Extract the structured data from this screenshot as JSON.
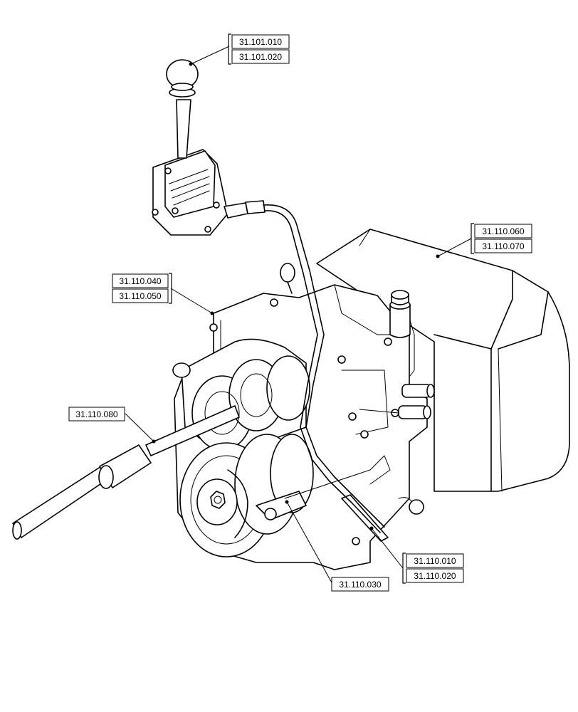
{
  "references": {
    "shift_lever_a": "31.101.010",
    "shift_lever_b": "31.101.020",
    "housing_a": "31.110.060",
    "housing_b": "31.110.070",
    "case_a": "31.110.040",
    "case_b": "31.110.050",
    "shaft": "31.110.080",
    "gears_a": "31.110.010",
    "gears_b": "31.110.020",
    "fork": "31.110.030"
  }
}
